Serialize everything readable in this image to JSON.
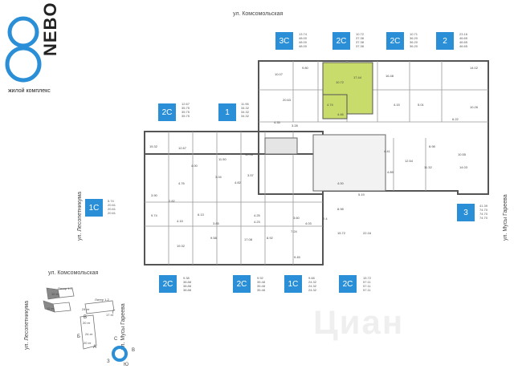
{
  "brand": {
    "name": "NEBO",
    "subtitle": "жилой комплекс",
    "color": "#2a8fd6"
  },
  "streets": {
    "top": "ул. Комсомольская",
    "left": "ул. Лесопетникума",
    "right": "ул. Мусы Гареева",
    "mini_top": "ул. Комсомольская",
    "mini_left": "ул. Лесопетникума",
    "mini_right": "ул. Мусы Гареева"
  },
  "apartments": [
    {
      "type": "3С",
      "areas": [
        "13.74",
        "48.00",
        "48.00",
        "48.00"
      ]
    },
    {
      "type": "2С",
      "areas": [
        "10.72",
        "37.38",
        "37.38",
        "37.38"
      ]
    },
    {
      "type": "2С",
      "areas": [
        "10.71",
        "36.20",
        "36.20",
        "36.20"
      ]
    },
    {
      "type": "2",
      "areas": [
        "23.16",
        "46.65",
        "46.65",
        "46.65"
      ]
    },
    {
      "type": "2С",
      "areas": [
        "12.67",
        "35.75",
        "35.75",
        "35.75"
      ]
    },
    {
      "type": "1",
      "areas": [
        "11.96",
        "34.32",
        "34.32",
        "34.32"
      ]
    },
    {
      "type": "1С",
      "areas": [
        "5.74",
        "20.61",
        "20.61",
        "20.61"
      ]
    },
    {
      "type": "3",
      "areas": [
        "41.39",
        "74.70",
        "74.70",
        "74.70"
      ]
    },
    {
      "type": "2С",
      "areas": [
        "9.38",
        "38.88",
        "38.88",
        "38.88"
      ]
    },
    {
      "type": "2С",
      "areas": [
        "9.92",
        "35.48",
        "35.48",
        "35.48"
      ]
    },
    {
      "type": "1С",
      "areas": [
        "9.68",
        "24.32",
        "24.32",
        "24.32"
      ]
    },
    {
      "type": "2С",
      "areas": [
        "15.72",
        "57.11",
        "57.11",
        "57.11"
      ]
    }
  ],
  "rooms": [
    "10.07",
    "9.80",
    "10.72",
    "17.44",
    "16.48",
    "14.02",
    "20.63",
    "4.74",
    "4.46",
    "4.35",
    "3.28",
    "4.15",
    "5.01",
    "10.26",
    "6.22",
    "15.32",
    "12.67",
    "11.50",
    "10.98",
    "4.00",
    "3.04",
    "3.57",
    "4.82",
    "4.76",
    "2.82",
    "3.90",
    "9.74",
    "4.15",
    "6.13",
    "9.58",
    "3.85",
    "4.25",
    "4.23",
    "17.08",
    "8.92",
    "3.60",
    "4.03",
    "7.24",
    "9.45",
    "2.4",
    "15.72",
    "8.98",
    "22.16",
    "4.41",
    "4.89",
    "12.54",
    "11.32",
    "8.98",
    "10.55",
    "14.03",
    "4.00",
    "5.19",
    "19.32"
  ],
  "mini_map": {
    "buildings": [
      "Литер 1.1",
      "Литер 1.2"
    ],
    "sections": [
      "А",
      "Б",
      "В",
      "Г"
    ],
    "floors": [
      "10 эт",
      "12 эт",
      "24 эт",
      "17 эт",
      "20 эт",
      "24 эт",
      "20 эт"
    ],
    "compass": [
      "С",
      "В",
      "Ю",
      "З"
    ]
  },
  "watermark": "Циан"
}
